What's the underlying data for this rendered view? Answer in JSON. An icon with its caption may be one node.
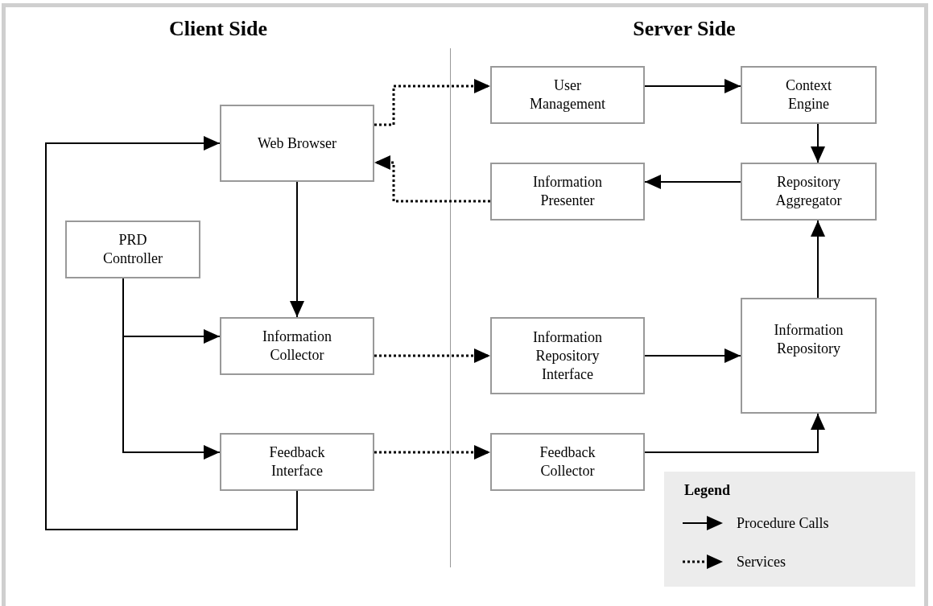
{
  "diagram": {
    "nodes": [
      {
        "text": [
          "Web Browser"
        ]
      },
      {
        "text": [
          "PRD Controller"
        ]
      },
      {
        "text": [
          "Information Collector"
        ]
      },
      {
        "text": [
          "Feedback Interface"
        ]
      },
      {
        "text": [
          "User Management"
        ]
      },
      {
        "text": [
          "Context Engine"
        ]
      },
      {
        "text": [
          "Information Presenter"
        ]
      },
      {
        "text": [
          "Repository Aggregator"
        ]
      },
      {
        "text": [
          "Information Repository Interface"
        ]
      },
      {
        "text": [
          "Information Repository"
        ]
      },
      {
        "text": [
          "Feedback Collector"
        ]
      }
    ],
    "edges": [
      {
        "from": 0,
        "to": 4,
        "arrow": "to",
        "style": "dashed"
      },
      {
        "from": 4,
        "to": 5,
        "arrow": "to"
      },
      {
        "from": 5,
        "to": 7,
        "arrow": "to"
      },
      {
        "from": 7,
        "to": 6,
        "arrow": "to"
      },
      {
        "from": 6,
        "to": 0,
        "arrow": "to",
        "style": "dashed"
      },
      {
        "from": 0,
        "to": 2,
        "arrow": "to"
      },
      {
        "from": 1,
        "to": 2,
        "arrow": "to"
      },
      {
        "from": 1,
        "to": 3,
        "arrow": "to"
      },
      {
        "from": 3,
        "to": 0,
        "arrow": "to"
      },
      {
        "from": 2,
        "to": 8,
        "arrow": "to",
        "style": "dashed"
      },
      {
        "from": 8,
        "to": 9,
        "arrow": "to"
      },
      {
        "from": 3,
        "to": 10,
        "arrow": "to",
        "style": "dashed"
      },
      {
        "from": 10,
        "to": 9,
        "arrow": "to"
      },
      {
        "from": 9,
        "to": 7,
        "arrow": "to"
      }
    ],
    "labels": [
      "Client Side",
      "Server Side",
      "Legend"
    ],
    "legend": [
      {
        "text": "Procedure Calls"
      },
      {
        "text": "Services"
      }
    ]
  }
}
